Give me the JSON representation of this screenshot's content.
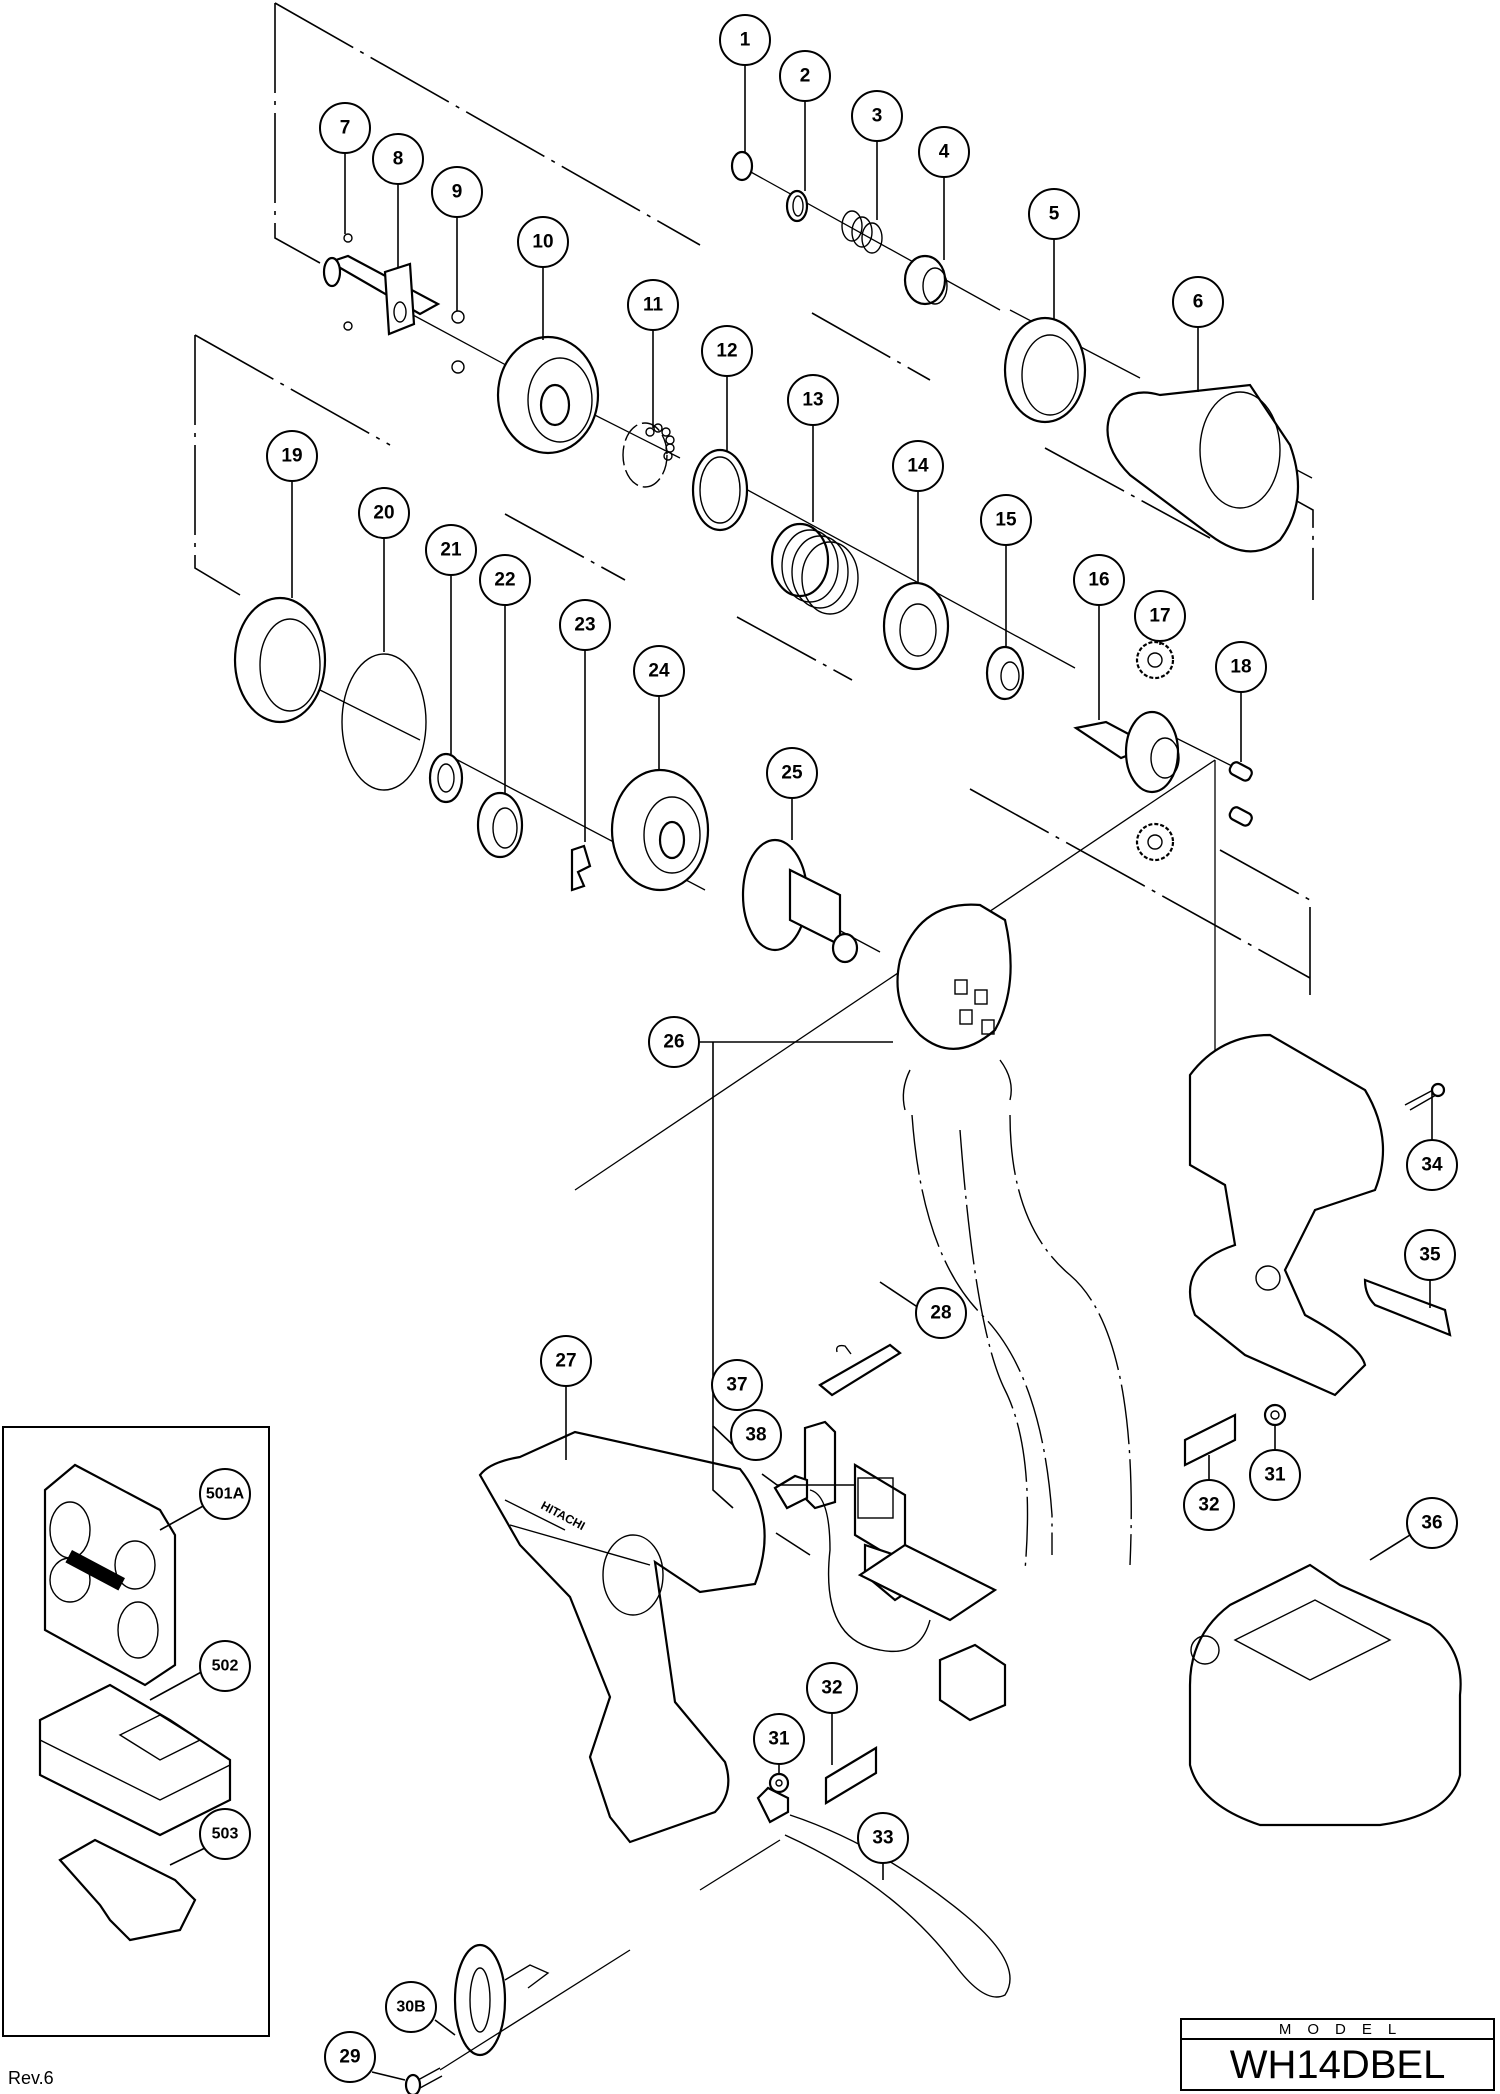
{
  "diagram": {
    "type": "exploded-parts-view",
    "model_label": "MODEL",
    "model_name": "WH14DBEL",
    "revision": "Rev.6",
    "brand_mark": "HITACHI",
    "callouts": [
      {
        "id": "1",
        "label": "1"
      },
      {
        "id": "2",
        "label": "2"
      },
      {
        "id": "3",
        "label": "3"
      },
      {
        "id": "4",
        "label": "4"
      },
      {
        "id": "5",
        "label": "5"
      },
      {
        "id": "6",
        "label": "6"
      },
      {
        "id": "7",
        "label": "7"
      },
      {
        "id": "8",
        "label": "8"
      },
      {
        "id": "9",
        "label": "9"
      },
      {
        "id": "10",
        "label": "10"
      },
      {
        "id": "11",
        "label": "11"
      },
      {
        "id": "12",
        "label": "12"
      },
      {
        "id": "13",
        "label": "13"
      },
      {
        "id": "14",
        "label": "14"
      },
      {
        "id": "15",
        "label": "15"
      },
      {
        "id": "16",
        "label": "16"
      },
      {
        "id": "17",
        "label": "17"
      },
      {
        "id": "18",
        "label": "18"
      },
      {
        "id": "19",
        "label": "19"
      },
      {
        "id": "20",
        "label": "20"
      },
      {
        "id": "21",
        "label": "21"
      },
      {
        "id": "22",
        "label": "22"
      },
      {
        "id": "23",
        "label": "23"
      },
      {
        "id": "24",
        "label": "24"
      },
      {
        "id": "25",
        "label": "25"
      },
      {
        "id": "26",
        "label": "26"
      },
      {
        "id": "27",
        "label": "27"
      },
      {
        "id": "28",
        "label": "28"
      },
      {
        "id": "29",
        "label": "29"
      },
      {
        "id": "30B",
        "label": "30B"
      },
      {
        "id": "31a",
        "label": "31"
      },
      {
        "id": "32a",
        "label": "32"
      },
      {
        "id": "33",
        "label": "33"
      },
      {
        "id": "34",
        "label": "34"
      },
      {
        "id": "35",
        "label": "35"
      },
      {
        "id": "31b",
        "label": "31"
      },
      {
        "id": "32b",
        "label": "32"
      },
      {
        "id": "36",
        "label": "36"
      },
      {
        "id": "37",
        "label": "37"
      },
      {
        "id": "38",
        "label": "38"
      },
      {
        "id": "501A",
        "label": "501A"
      },
      {
        "id": "502",
        "label": "502"
      },
      {
        "id": "503",
        "label": "503"
      }
    ]
  }
}
